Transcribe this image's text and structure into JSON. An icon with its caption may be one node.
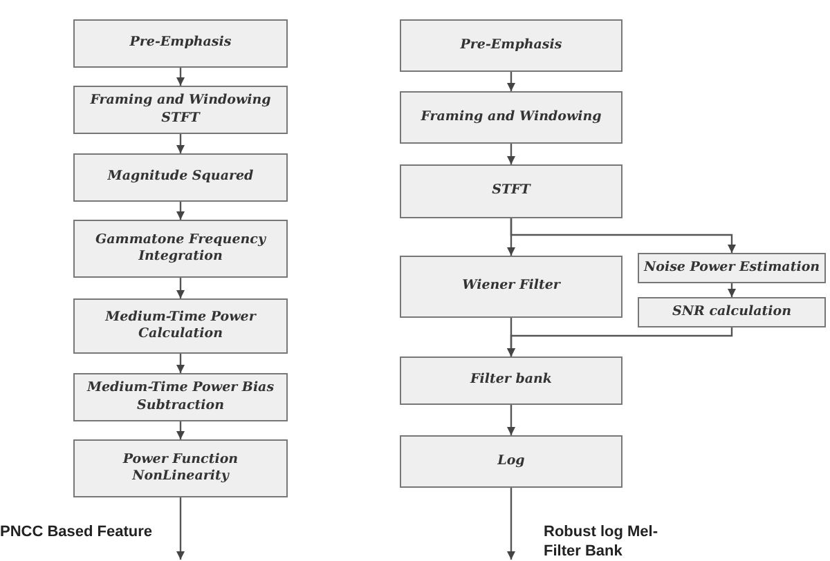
{
  "diagram": {
    "nodes": [
      {
        "text": [
          "Pre-Emphasis"
        ]
      },
      {
        "text": [
          "Framing and Windowing STFT"
        ]
      },
      {
        "text": [
          "Magnitude Squared"
        ]
      },
      {
        "text": [
          "Gammatone Frequency Integration"
        ]
      },
      {
        "text": [
          "Medium-Time Power Calculation"
        ]
      },
      {
        "text": [
          "Medium-Time Power Bias Subtraction"
        ]
      },
      {
        "text": [
          "Power Function NonLinearity"
        ]
      },
      {
        "text": [
          "Pre-Emphasis"
        ]
      },
      {
        "text": [
          "Framing and Windowing"
        ]
      },
      {
        "text": [
          "STFT"
        ]
      },
      {
        "text": [
          "Wiener Filter"
        ]
      },
      {
        "text": [
          "Noise Power Estimation"
        ]
      },
      {
        "text": [
          "SNR calculation"
        ]
      },
      {
        "text": [
          "Filter bank"
        ]
      },
      {
        "text": [
          "Log"
        ]
      }
    ],
    "edges": [
      {
        "from": 0,
        "to": 1,
        "arrow": "to"
      },
      {
        "from": 1,
        "to": 2,
        "arrow": "to"
      },
      {
        "from": 2,
        "to": 3,
        "arrow": "to"
      },
      {
        "from": 3,
        "to": 4,
        "arrow": "to"
      },
      {
        "from": 4,
        "to": 5,
        "arrow": "to"
      },
      {
        "from": 5,
        "to": 6,
        "arrow": "to"
      },
      {
        "from": 6,
        "to": null,
        "arrow": "to",
        "label": "PNCC Based Feature"
      },
      {
        "from": 7,
        "to": 8,
        "arrow": "to"
      },
      {
        "from": 8,
        "to": 9,
        "arrow": "to"
      },
      {
        "from": 9,
        "to": 10,
        "arrow": "to"
      },
      {
        "from": 9,
        "to": 11,
        "arrow": "to"
      },
      {
        "from": 11,
        "to": 12,
        "arrow": "to"
      },
      {
        "from": 10,
        "to": 13,
        "arrow": "to"
      },
      {
        "from": 12,
        "to": 13,
        "arrow": "to"
      },
      {
        "from": 13,
        "to": 14,
        "arrow": "to"
      },
      {
        "from": 14,
        "to": null,
        "arrow": "to",
        "label": "Robust log Mel-Filter Bank"
      }
    ]
  }
}
